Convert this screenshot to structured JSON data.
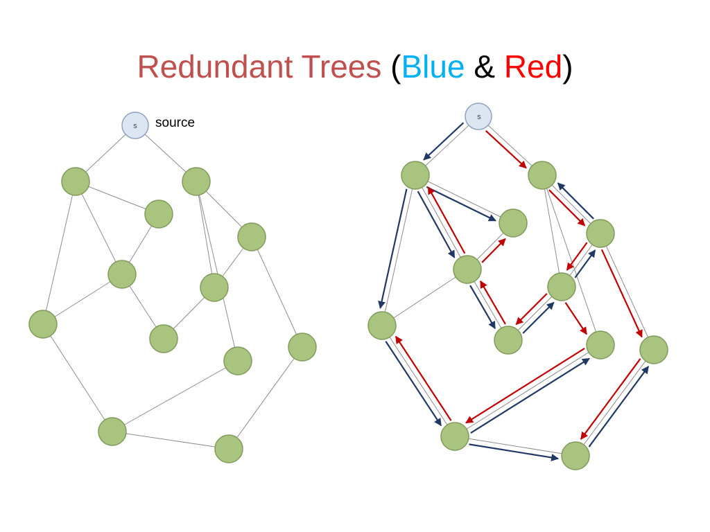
{
  "title": {
    "part1": "Redundant Trees",
    "open_paren": " (",
    "blue_word": "Blue",
    "ampersand": " & ",
    "red_word": "Red",
    "close_paren": ")"
  },
  "colors": {
    "title_main": "#c0504d",
    "title_blue": "#00b0f0",
    "title_red": "#ff0000",
    "title_black": "#000000",
    "node_fill": "#a9c47f",
    "node_stroke": "#7f9a5a",
    "source_fill": "#dce6f2",
    "source_stroke": "#8ea2bf",
    "edge": "#8c8c8c",
    "blue_tree": "#1f3864",
    "red_tree": "#c00000"
  },
  "left_graph": {
    "source_symbol": "s",
    "source_caption": "source"
  },
  "right_graph": {
    "source_symbol": "s"
  }
}
